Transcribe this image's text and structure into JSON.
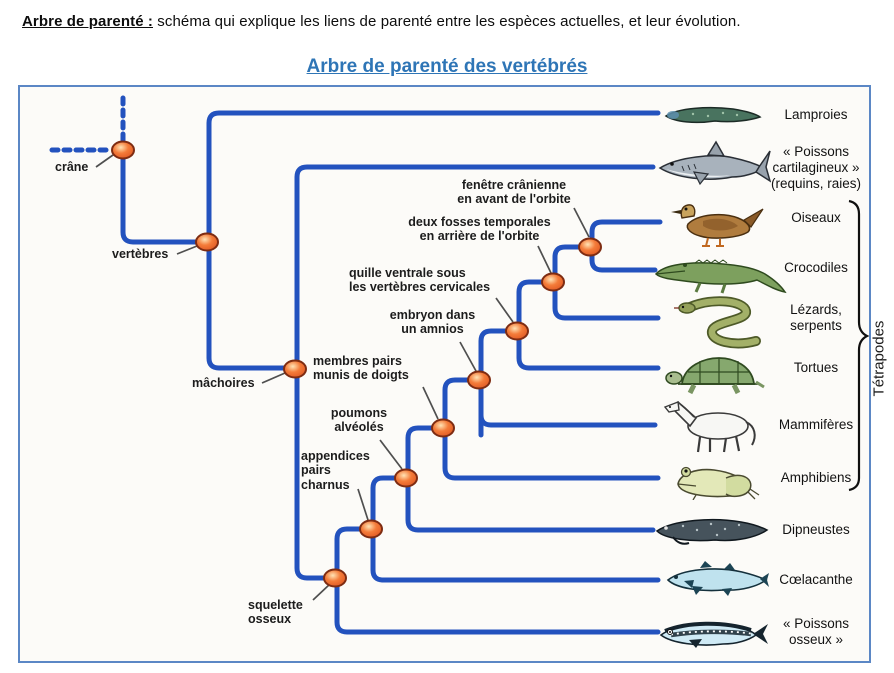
{
  "header": {
    "definition_term": "Arbre de parenté :",
    "definition_text": "schéma qui explique les liens de parenté entre les espèces actuelles, et leur évolution.",
    "diagram_title": "Arbre de parenté des vertébrés"
  },
  "tree": {
    "innovations": [
      {
        "id": "crane",
        "label": "crâne"
      },
      {
        "id": "vertebres",
        "label": "vertèbres"
      },
      {
        "id": "machoires",
        "label": "mâchoires"
      },
      {
        "id": "squelette-osseux",
        "label": "squelette\nosseux"
      },
      {
        "id": "appendices-pairs-charnus",
        "label": "appendices\npairs\ncharnus"
      },
      {
        "id": "poumons-alveoles",
        "label": "poumons\nalvéolés"
      },
      {
        "id": "membres-pairs-doigts",
        "label": "membres pairs\nmunis de doigts"
      },
      {
        "id": "embryon-amnios",
        "label": "embryon dans\nun amnios"
      },
      {
        "id": "quille-ventrale",
        "label": "quille ventrale sous\nles vertèbres cervicales"
      },
      {
        "id": "deux-fosses-temporales",
        "label": "deux fosses temporales\nen arrière de l'orbite"
      },
      {
        "id": "fenetre-cranienne",
        "label": "fenêtre crânienne\nen avant de l'orbite"
      }
    ],
    "species": [
      {
        "id": "lamproies",
        "label": "Lamproies"
      },
      {
        "id": "poissons-cartilagineux",
        "label": "« Poissons\ncartilagineux »\n(requins, raies)"
      },
      {
        "id": "oiseaux",
        "label": "Oiseaux"
      },
      {
        "id": "crocodiles",
        "label": "Crocodiles"
      },
      {
        "id": "lezards-serpents",
        "label": "Lézards,\nserpents"
      },
      {
        "id": "tortues",
        "label": "Tortues"
      },
      {
        "id": "mammiferes",
        "label": "Mammifères"
      },
      {
        "id": "amphibiens",
        "label": "Amphibiens"
      },
      {
        "id": "dipneustes",
        "label": "Dipneustes"
      },
      {
        "id": "coelacanthe",
        "label": "Cœlacanthe"
      },
      {
        "id": "poissons-osseux",
        "label": "« Poissons\nosseux »"
      }
    ],
    "group_label": "Tétrapodes"
  },
  "colors": {
    "branch_blue": "#2352be",
    "node_orange": "#ee6a2e",
    "node_border": "#7e2c12",
    "box_border_blue": "#5b87c5",
    "title_blue": "#2e75b6"
  }
}
